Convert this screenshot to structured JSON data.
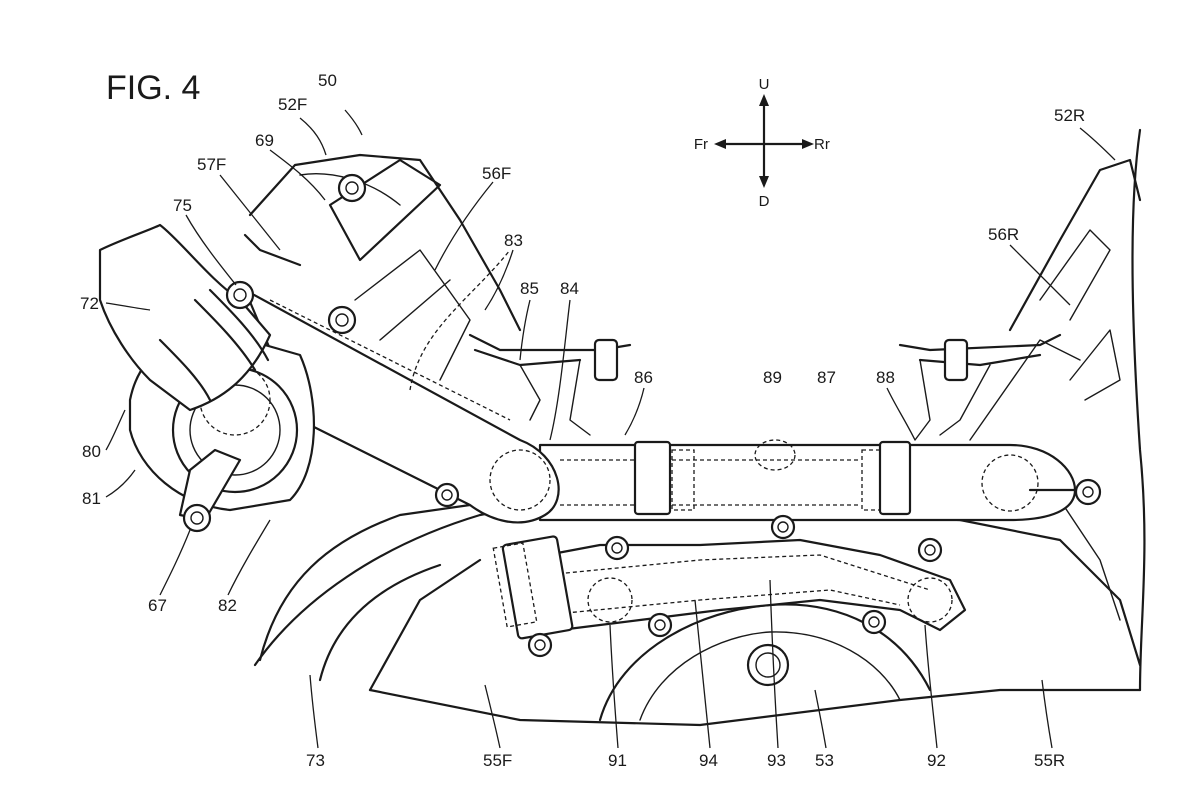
{
  "figure": {
    "title": "FIG. 4",
    "direction": {
      "up": "U",
      "down": "D",
      "front": "Fr",
      "rear": "Rr"
    },
    "labels": {
      "l50": "50",
      "l52F": "52F",
      "l69": "69",
      "l57F": "57F",
      "l75": "75",
      "l56F": "56F",
      "l83": "83",
      "l85": "85",
      "l84": "84",
      "l72": "72",
      "l80": "80",
      "l81": "81",
      "l86": "86",
      "l89": "89",
      "l87": "87",
      "l88": "88",
      "l52R": "52R",
      "l56R": "56R",
      "l67": "67",
      "l82": "82",
      "l73": "73",
      "l55F": "55F",
      "l91": "91",
      "l94": "94",
      "l93": "93",
      "l53": "53",
      "l92": "92",
      "l55R": "55R"
    }
  }
}
